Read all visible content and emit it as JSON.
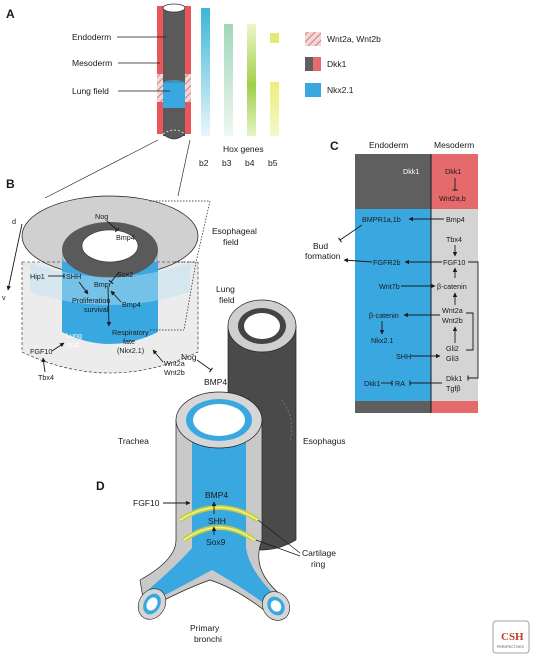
{
  "panels": {
    "a": "A",
    "b": "B",
    "c": "C",
    "d": "D"
  },
  "colors": {
    "endoderm": "#5a5a5a",
    "mesoderm_tube": "#e8555a",
    "nkx21_blue": "#3aa8e0",
    "dkk1_red": "#e46a6c",
    "dkk1_grey": "#5f5f5f",
    "wnt_hatch": "#d88a8a",
    "light_grey": "#d9d9d9",
    "cartilage_yellow": "#c8cf3a"
  },
  "panel_a": {
    "labels": {
      "endoderm": "Endoderm",
      "mesoderm": "Mesoderm",
      "lung_field": "Lung field"
    },
    "hox_title": "Hox genes",
    "hox_genes": [
      "b2",
      "b3",
      "b4",
      "b5"
    ],
    "legend": {
      "wnt": "Wnt2a, Wnt2b",
      "dkk1": "Dkk1",
      "nkx": "Nkx2.1"
    }
  },
  "panel_b": {
    "axis": {
      "dorsal": "d",
      "ventral": "v"
    },
    "nog": "Nog",
    "bmp4_top": "Bmp4",
    "hip1": "Hip1",
    "shh": "SHH",
    "sox2": "Sox2",
    "bmpr": "Bmpr",
    "bmp4_right": "Bmp4",
    "prolif": [
      "Proliferation",
      "survival"
    ],
    "lung_bud": [
      "Lung",
      "bud"
    ],
    "resp": [
      "Respiratory",
      "fate",
      "(Nkx2.1)"
    ],
    "fgf10": "FGF10",
    "tbx4": "Tbx4",
    "wnt2a": "Wnt2a",
    "wnt2b": "Wnt2b",
    "esophageal_field": [
      "Esophageal",
      "field"
    ],
    "lung_field": [
      "Lung",
      "field"
    ]
  },
  "panel_c": {
    "headers": {
      "endoderm": "Endoderm",
      "mesoderm": "Mesoderm"
    },
    "dkk1_top_left": "Dkk1",
    "dkk1_top_right": "Dkk1",
    "wnt2ab": "Wnt2a,b",
    "bud_formation": [
      "Bud",
      "formation"
    ],
    "bmpr": "BMPR1a,1b",
    "bmp4": "Bmp4",
    "tbx4": "Tbx4",
    "fgfr2b": "FGFR2b",
    "fgf10": "FGF10",
    "wnt7b": "Wnt7b",
    "bcat_r": "β-catenin",
    "bcat_l": "β-catenin",
    "wnt2a": "Wnt2a",
    "wnt2b": "Wnt2b",
    "nkx21": "Nkx2.1",
    "shh": "SHH",
    "gli2": "Gli2",
    "gli3": "Gli3",
    "dkk1_bottom": "Dkk1",
    "ra": "RA",
    "dkk1_r": "Dkk1",
    "tgfb": "Tgfβ"
  },
  "panel_d": {
    "nog": "Nog",
    "bmp4_top": "BMP4",
    "esophagus": "Esophagus",
    "trachea": "Trachea",
    "fgf10": "FGF10",
    "bmp4": "BMP4",
    "shh": "SHH",
    "sox9": "Sox9",
    "cartilage": [
      "Cartilage",
      "ring"
    ],
    "bronchi": [
      "Primary",
      "bronchi"
    ]
  },
  "logo": "CSH PERSPECTIVES"
}
